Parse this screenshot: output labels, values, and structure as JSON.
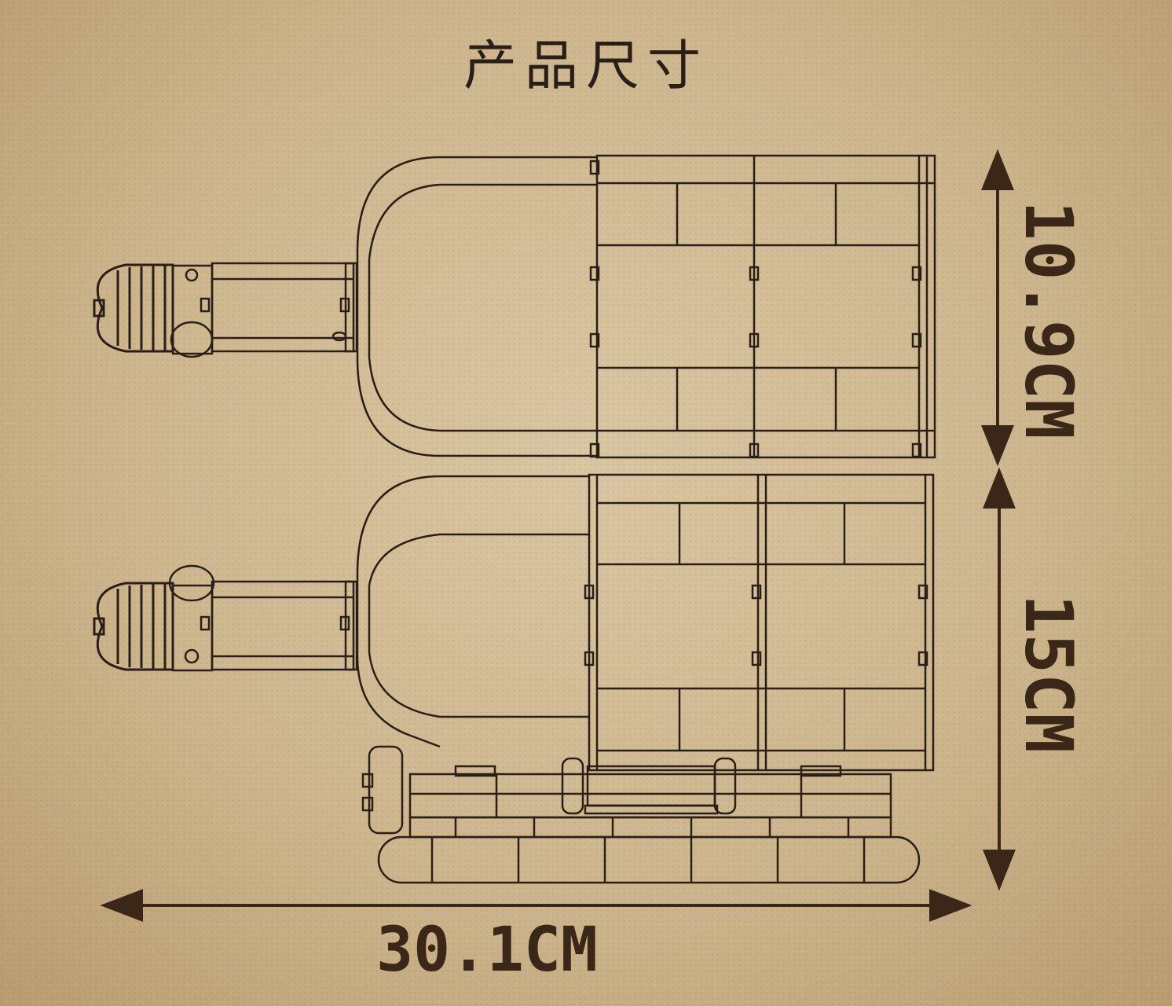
{
  "title": "产品尺寸",
  "dimensions": {
    "height_top": "10.9CM",
    "height_bottom": "15CM",
    "width": "30.1CM"
  },
  "colors": {
    "ink": "#2a1f16",
    "dim_ink": "#3a2718",
    "paper": "#d6c29c"
  }
}
